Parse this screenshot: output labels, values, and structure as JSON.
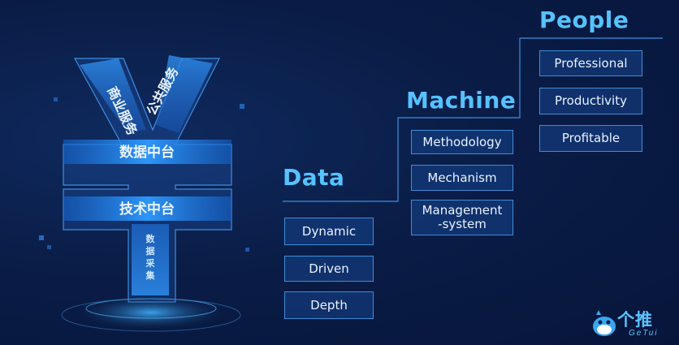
{
  "yen": {
    "left_arm": "商业服务",
    "right_arm": "公共服务",
    "bar_top": "数据中台",
    "bar_bottom": "技术中台",
    "stem": "数据采集"
  },
  "tiers": [
    {
      "title": "Data",
      "items": [
        "Dynamic",
        "Driven",
        "Depth"
      ]
    },
    {
      "title": "Machine",
      "items": [
        "Methodology",
        "Mechanism",
        "Management\n-system"
      ]
    },
    {
      "title": "People",
      "items": [
        "Professional",
        "Productivity",
        "Profitable"
      ]
    }
  ],
  "brand": {
    "name": "个推",
    "sub": "GeTui"
  },
  "colors": {
    "accent": "#56c2ff",
    "box_border": "#3e8dd6",
    "box_fill": "#16448c",
    "background": "#0a1d47"
  }
}
